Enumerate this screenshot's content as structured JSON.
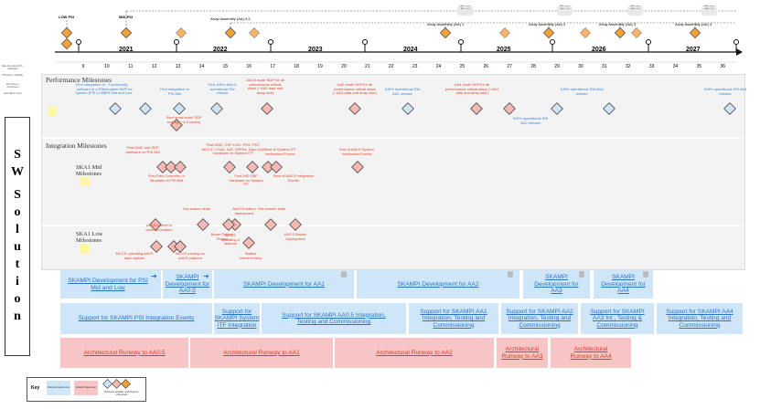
{
  "top_milestones": [
    {
      "label": "LOW PSI",
      "kind": "label"
    },
    {
      "label": "MID PSI",
      "kind": "label"
    },
    {
      "label": "Array Assembly (AA) 0.5",
      "kind": "label"
    },
    {
      "label": "Array Assembly (AA) 1",
      "kind": "label"
    },
    {
      "label": "Array Assembly (AA) 2",
      "kind": "label"
    },
    {
      "label": "Array Assembly (AA) 3",
      "kind": "label"
    },
    {
      "label": "Array Assembly (AA) 4",
      "kind": "label"
    }
  ],
  "gray_badges": [
    {
      "label": "AA1 • start\nAA1 • end"
    },
    {
      "label": "AA2 • start\nAA2 • end"
    },
    {
      "label": "AA3 • start\nAA3 • end"
    },
    {
      "label": "AA4 • start\nAA4 • end"
    }
  ],
  "years": [
    "2021",
    "2022",
    "2023",
    "2024",
    "2025",
    "2026",
    "2027"
  ],
  "pi_numbers": [
    "9",
    "10",
    "11",
    "12",
    "13",
    "14",
    "15",
    "16",
    "17",
    "18",
    "19",
    "20",
    "21",
    "22",
    "23",
    "24",
    "25",
    "26",
    "27",
    "28",
    "29",
    "30",
    "31",
    "32",
    "33",
    "34",
    "35",
    "36"
  ],
  "left_notes": [
    "Data dimensions (PI) · date/dates",
    "PSI timing / capability",
    "Doc delivery / commitment",
    "Next dates / notes"
  ],
  "sw_solution": [
    "S",
    "W",
    "",
    "S",
    "o",
    "l",
    "u",
    "t",
    "i",
    "o",
    "n"
  ],
  "sections": {
    "performance": "Performance Milestones",
    "integration": "Integration Milestones",
    "ska1_mid": "SKA1 Mid\nMilestones",
    "ska1_low": "SKA1 Low\nMilestones"
  },
  "perf_milestones": [
    {
      "text": "First integration of software in a PSI System (PSI LOW)",
      "color": "blue"
    },
    {
      "text": "Functionally complete MVP for PSI Mid and Low",
      "color": "blue"
    },
    {
      "text": "First integration in PSI Mid",
      "color": "blue"
    },
    {
      "text": "Start small scale SDP scaling (~4-5 nodes)",
      "color": "red"
    },
    {
      "text": "First SAFe AA0.5 operational SW release",
      "color": "blue"
    },
    {
      "text": "AA0.5 scale SDP for all performance critical steps (~AA2 data and array size)",
      "color": "red"
    },
    {
      "text": "AA2 scale SDP for all performance critical steps (~AA3 data and array size)",
      "color": "red"
    },
    {
      "text": "SAFe operational SW AA1 release",
      "color": "blue"
    },
    {
      "text": "AA4 scale SDP for all performance critical steps (~AA4 data and array size)",
      "color": "red"
    },
    {
      "text": "SAFe operational SW AA2 release",
      "color": "blue"
    },
    {
      "text": "SAFe operational SW AA3 release",
      "color": "blue"
    },
    {
      "text": "SAFe operational SW AA4 release",
      "color": "blue"
    }
  ],
  "mid_milestones": [
    {
      "text": "First DMC and SDP hardware on PSI Mid"
    },
    {
      "text": "First Dish Controller or Simulator in PSI Mid"
    },
    {
      "text": "First DMC, CSP LMC, PSS, PST, MCCS? LFAA, SAT, SPFRx, Dish LMC hardware on System ITF"
    },
    {
      "text": "First MID CBF Hardware on System ITF"
    },
    {
      "text": "Start of System ITF Verification Events"
    },
    {
      "text": "Start of AA0.5 Integration Events"
    },
    {
      "text": "End of AA0.5 System Verification Events"
    }
  ],
  "low_milestones": [
    {
      "text": "AAVS moved to external location"
    },
    {
      "text": "Hot-season tests"
    },
    {
      "text": "MCCS operating AAVS data capture"
    },
    {
      "text": "MCCS running on AAVS platform"
    },
    {
      "text": "Beam Pattern Testing"
    },
    {
      "text": "AAVS3 station deployment"
    },
    {
      "text": "MCCS operating 3 stations"
    },
    {
      "text": "Hot-season tests"
    },
    {
      "text": "Station Interferometry"
    },
    {
      "text": "AA0.5 Station Deployment"
    }
  ],
  "features": {
    "dev": [
      "SKAMPI Development for PSI Mid and Low",
      "SKAMPI Development for AA0.5",
      "SKAMPI Development for AA1",
      "SKAMPI Development for AA2",
      "SKAMPI Development for AA3",
      "SKAMPI Development for AA4"
    ],
    "support": [
      "Support for SKAMPI PSI Integration Events",
      "Support for SKAMPI System ITF Integration",
      "Support for SKAMPI AA0.5 Integration, Testing and Commissioning",
      "Support for SKAMPI AA1 Integration, Testing and Commissioning",
      "Support for SKAMPI AA2 Integration, Testing and Commissioning",
      "Support for SKAMPI AA3 Int., Testing & Commissioning",
      "Support for SKAMPI AA4 Integration, Testing and Commissioning"
    ],
    "runway": [
      "Architectural Runway to AA0.5",
      "Architectural Runway to AA1",
      "Architectural Runway to AA2",
      "Architectural Runway to AA3",
      "Architectural Runway to AA4"
    ]
  },
  "key": {
    "title": "Key",
    "business": "Business feature set",
    "enabler": "Enabler feature set",
    "milestones": "Business, Enabler, and Program milestones"
  },
  "colors": {
    "orange": "#f0a13a",
    "blue_feature": "#cfe5f8",
    "pink_feature": "#f7c5c5",
    "milestone_pink": "#f4b9b2",
    "milestone_blue": "#cde3f6",
    "red_text": "#e8412b",
    "blue_text": "#3a86d8"
  }
}
